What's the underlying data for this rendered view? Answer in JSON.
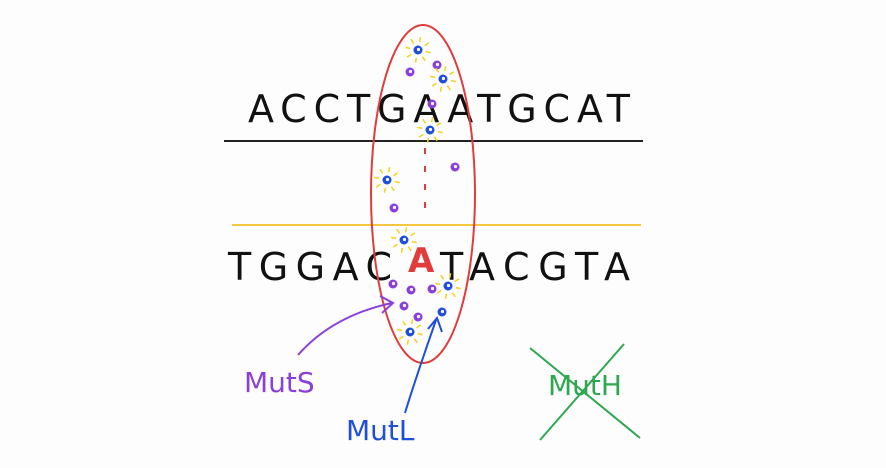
{
  "diagram": {
    "top_strand": "ACCTGAATGCAT",
    "bottom_strand_left": "TGGAC",
    "bottom_strand_mismatch": "A",
    "bottom_strand_right": "TACGTA",
    "labels": {
      "muts": "MutS",
      "mutl": "MutL",
      "muth": "MutH"
    },
    "colors": {
      "strand_top_line": "#222222",
      "strand_bottom_line": "#f5b700",
      "ellipse": "#e23b3b",
      "mismatch": "#e23b3b",
      "muts": "#8b3fd9",
      "mutl": "#1f4fd8",
      "muth": "#2ea84f",
      "sparkle": "#f2d21a"
    }
  }
}
